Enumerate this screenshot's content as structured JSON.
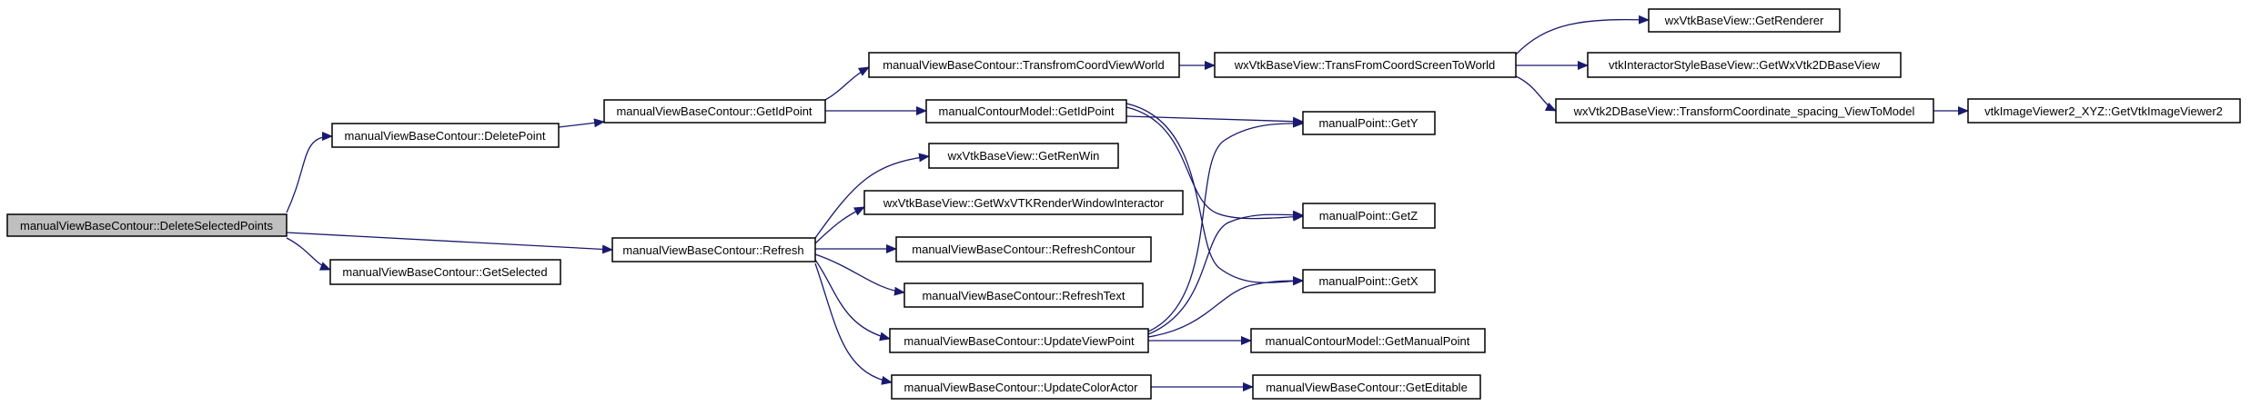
{
  "colors": {
    "edge": "#191970",
    "root_fill": "#bfbfbf",
    "node_fill": "#ffffff",
    "border": "#000000"
  },
  "nodes": {
    "deleteSelected": "manualViewBaseContour::DeleteSelectedPoints",
    "deletePoint": "manualViewBaseContour::DeletePoint",
    "getSelected": "manualViewBaseContour::GetSelected",
    "refresh": "manualViewBaseContour::Refresh",
    "getIdPoint": "manualViewBaseContour::GetIdPoint",
    "transfromCoord": "manualViewBaseContour::TransfromCoordViewWorld",
    "modelGetIdPoint": "manualContourModel::GetIdPoint",
    "transFromScreen": "wxVtkBaseView::TransFromCoordScreenToWorld",
    "getRenderer": "wxVtkBaseView::GetRenderer",
    "getWxVtk2D": "vtkInteractorStyleBaseView::GetWxVtk2DBaseView",
    "transformCoordinate": "wxVtk2DBaseView::TransformCoordinate_spacing_ViewToModel",
    "getVtkImageViewer2": "vtkImageViewer2_XYZ::GetVtkImageViewer2",
    "getRenWin": "wxVtkBaseView::GetRenWin",
    "getInteractor": "wxVtkBaseView::GetWxVTKRenderWindowInteractor",
    "refreshContour": "manualViewBaseContour::RefreshContour",
    "refreshText": "manualViewBaseContour::RefreshText",
    "updateViewPoint": "manualViewBaseContour::UpdateViewPoint",
    "updateColorActor": "manualViewBaseContour::UpdateColorActor",
    "getY": "manualPoint::GetY",
    "getZ": "manualPoint::GetZ",
    "getX": "manualPoint::GetX",
    "getManualPoint": "manualContourModel::GetManualPoint",
    "getEditable": "manualViewBaseContour::GetEditable"
  }
}
